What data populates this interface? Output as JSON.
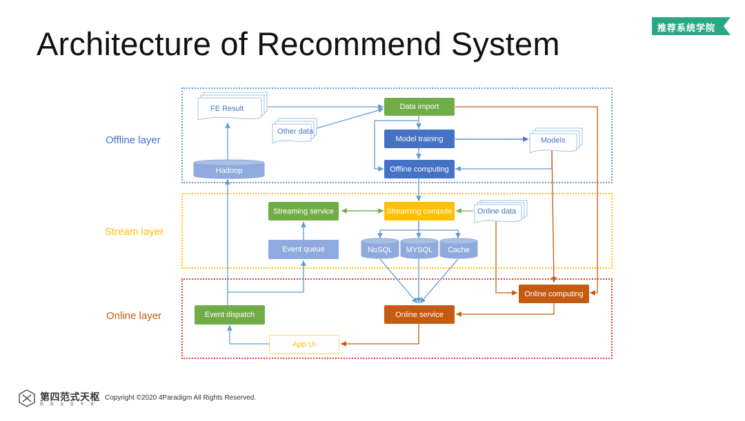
{
  "title": "Architecture of Recommend System",
  "badge": "推荐系统学院",
  "layers": {
    "offline": "Offline layer",
    "stream": "Stream layer",
    "online": "Online layer"
  },
  "nodes": {
    "fe_result": "FE Result",
    "other_data": "Other data",
    "data_import": "Data import",
    "model_training": "Model training",
    "models": "Models",
    "offline_computing": "Offline computing",
    "hadoop": "Hadoop",
    "streaming_service": "Streaming service",
    "streaming_compute": "Streaming compute",
    "online_data": "Online data",
    "event_queue": "Event queue",
    "nosql": "NoSQL",
    "mysql": "MYSQL",
    "cache": "Cache",
    "online_computing": "Online computing",
    "event_dispatch": "Event dispatch",
    "online_service": "Online service",
    "app_ui": "App UI"
  },
  "footer": {
    "brand": "第四范式天枢",
    "sub": "数 据 运 营 专 家",
    "copyright": "Copyright ©2020 4Paradigm All Rights Reserved."
  },
  "colors": {
    "offline": "#5b9bd5",
    "stream": "#ffc000",
    "online": "#c00000",
    "green": "#70ad47",
    "blue_dark": "#4472c4",
    "orange": "#c55a11",
    "gray_blue": "#8faadc",
    "badge": "#2aa784"
  }
}
